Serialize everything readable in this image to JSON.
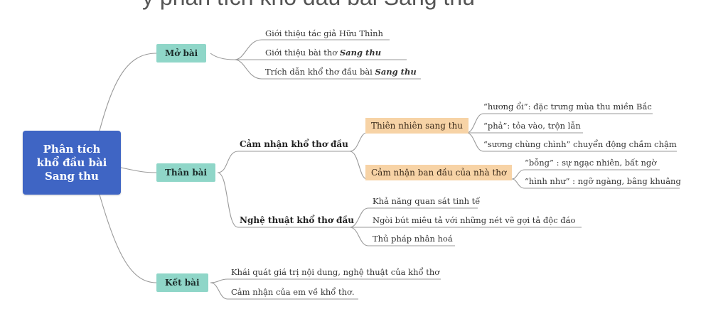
{
  "title_fragment": "ý phân tích khổ đầu bài Sang thu",
  "root": {
    "line1": "Phân tích",
    "line2": "khổ đầu bài",
    "line3": "Sang thu"
  },
  "mo_bai": {
    "label": "Mở bài",
    "items": [
      {
        "text": "Giới thiệu tác giả Hữu Thỉnh",
        "emph": ""
      },
      {
        "text": "Giới thiệu bài thơ ",
        "emph": "Sang thu"
      },
      {
        "text": "Trích dẫn khổ thơ đầu bài ",
        "emph": "Sang thu"
      }
    ]
  },
  "than_bai": {
    "label": "Thân bài",
    "cam_nhan": {
      "label": "Cảm nhận khổ thơ đầu",
      "thien_nhien": {
        "label": "Thiên nhiên sang thu",
        "items": [
          "“hương ổi”: đặc trưng mùa thu miền Bắc",
          "“phả”: tỏa vào, trộn lẫn",
          "“sương chùng chình” chuyển động chầm chậm"
        ]
      },
      "ban_dau": {
        "label": "Cảm nhận ban đầu của nhà thơ",
        "items": [
          "“bỗng” : sự ngạc nhiên, bất ngờ",
          "“hình như” : ngỡ ngàng, bâng khuâng"
        ]
      }
    },
    "nghe_thuat": {
      "label": "Nghệ thuật khổ thơ đầu",
      "items": [
        "Khả năng quan sát tinh tế",
        "Ngòi bút miêu tả với những nét vẽ gợi tả độc đáo",
        "Thủ pháp nhân hoá"
      ]
    }
  },
  "ket_bai": {
    "label": "Kết bài",
    "items": [
      "Khái quát giá trị nội dung, nghệ thuật của khổ thơ",
      "Cảm nhận của em về khổ thơ."
    ]
  }
}
